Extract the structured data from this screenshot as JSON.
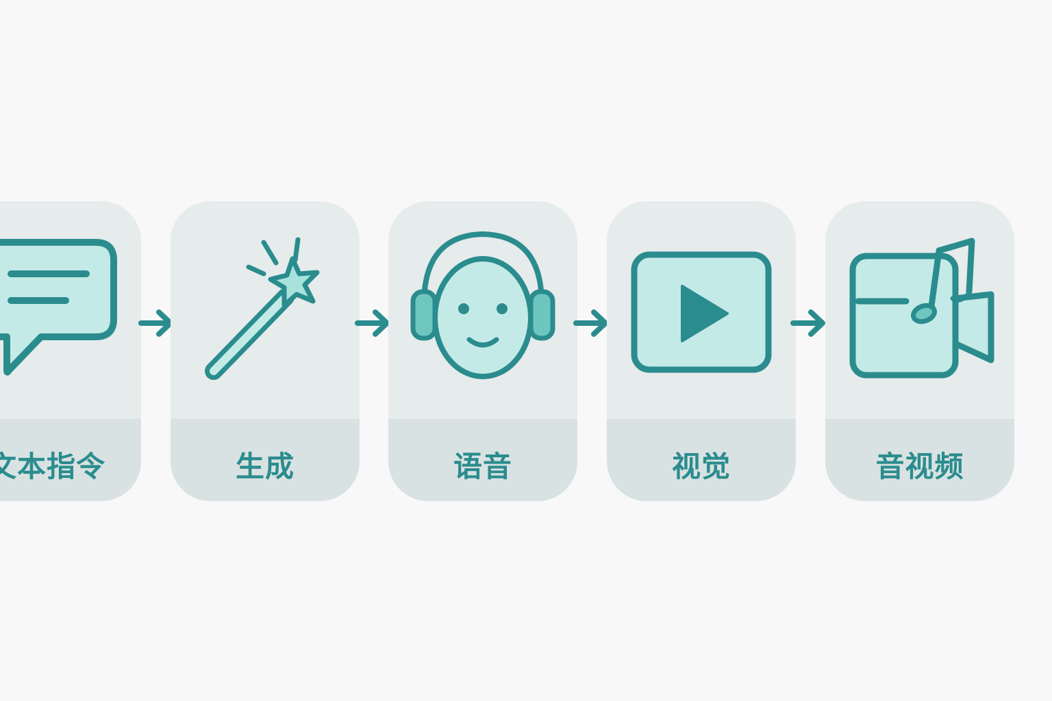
{
  "colors": {
    "background": "#f8f8f8",
    "card": "#e6ebec",
    "card_label_band": "#d9e2e2",
    "stroke": "#2b8c8e",
    "fill": "#c4eae8",
    "fill_dark": "#6fc6bf"
  },
  "steps": [
    {
      "label": "文本指令",
      "icon": "speech-bubble-icon"
    },
    {
      "label": "生成",
      "icon": "magic-wand-icon"
    },
    {
      "label": "语音",
      "icon": "headphones-face-icon"
    },
    {
      "label": "视觉",
      "icon": "play-video-icon"
    },
    {
      "label": "音视频",
      "icon": "music-video-camera-icon"
    }
  ],
  "connector_icon": "arrow-right-icon"
}
